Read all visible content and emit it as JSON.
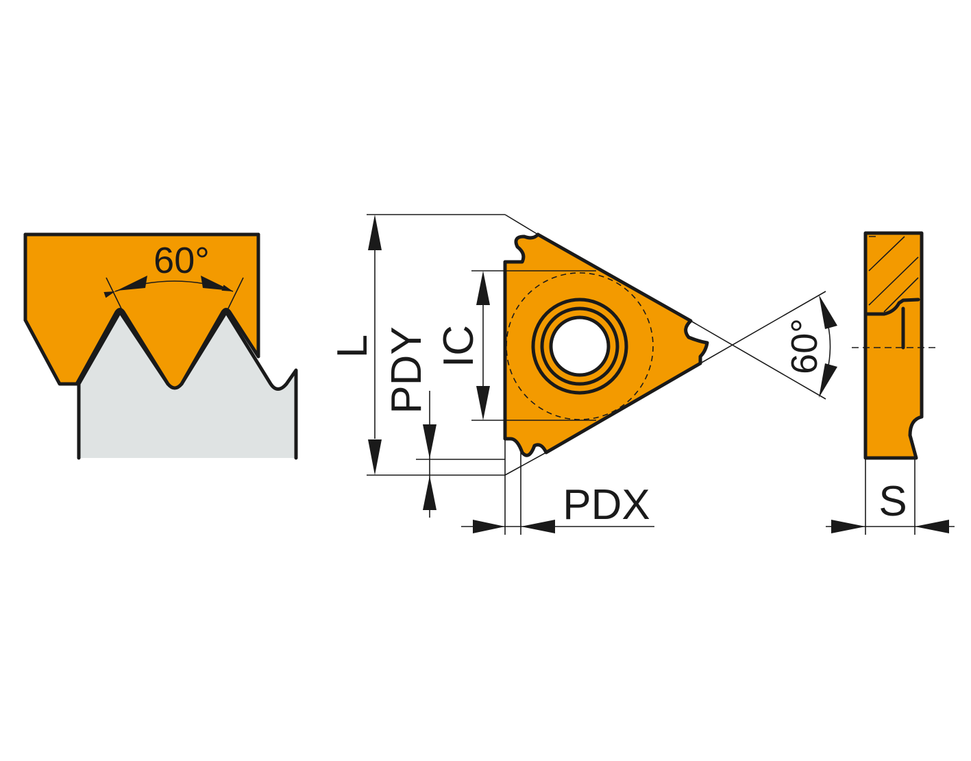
{
  "colors": {
    "insert": "#F39A00",
    "workpiece": "#DFE3E3",
    "line": "#1a1a1a"
  },
  "labels": {
    "thread_angle": "60°",
    "length": "L",
    "pdy": "PDY",
    "ic": "IC",
    "pdx": "PDX",
    "insert_angle": "60°",
    "thickness": "S"
  }
}
